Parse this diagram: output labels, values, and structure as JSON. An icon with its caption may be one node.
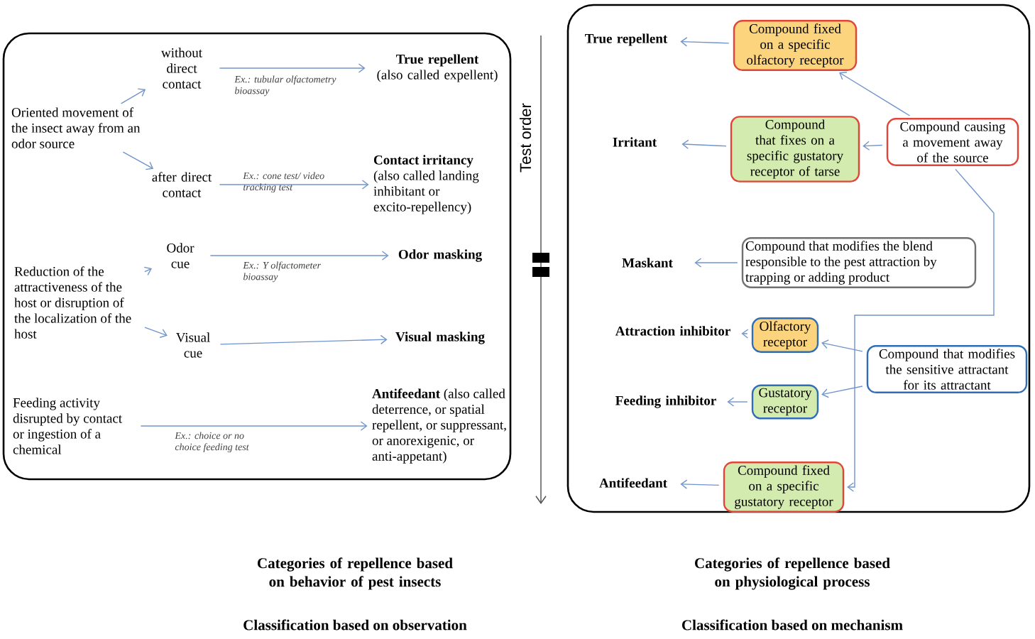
{
  "diagram": {
    "nodes": [
      {
        "text": [],
        "shape": "box"
      },
      {
        "text": [
          "Oriented movement of the insect away from an odor source"
        ],
        "in": 0
      },
      {
        "text": [
          "without direct contact"
        ],
        "in": 0
      },
      {
        "text": [
          "after direct contact"
        ],
        "in": 0
      },
      {
        "text": [
          "True repellent",
          "(also called expellent)"
        ],
        "in": 0
      },
      {
        "text": [
          "Contact irritancy",
          "(also called landing inhibitant or excito-repellency)"
        ],
        "in": 0
      },
      {
        "text": [
          "Reduction of the attractiveness of the host or disruption of the localization of the host"
        ],
        "in": 0
      },
      {
        "text": [
          "Odor cue"
        ],
        "in": 0
      },
      {
        "text": [
          "Visual cue"
        ],
        "in": 0
      },
      {
        "text": [
          "Odor masking"
        ],
        "in": 0
      },
      {
        "text": [
          "Visual masking"
        ],
        "in": 0
      },
      {
        "text": [
          "Feeding activity disrupted by contact or ingestion of a chemical"
        ],
        "in": 0
      },
      {
        "text": [
          "**Antifeedant** (also called deterrence, or spatial repellent, or suppressant, or anorexigenic, or anti-appetant)"
        ],
        "in": 0
      },
      {
        "text": [],
        "shape": "box"
      },
      {
        "text": [
          "True repellent"
        ],
        "in": 13
      },
      {
        "text": [
          "Compound fixed on a specific olfactory receptor"
        ],
        "in": 13
      },
      {
        "text": [
          "Irritant"
        ],
        "in": 13
      },
      {
        "text": [
          "Compound that fixes on a specific gustatory receptor of tarse"
        ],
        "in": 13
      },
      {
        "text": [
          "Compound causing a movement away of the source"
        ],
        "in": 13
      },
      {
        "text": [
          "Maskant"
        ],
        "in": 13
      },
      {
        "text": [
          "Compound that modifies the blend responsible to the pest attraction by trapping or adding product"
        ],
        "in": 13
      },
      {
        "text": [
          "Attraction inhibitor"
        ],
        "in": 13
      },
      {
        "text": [
          "Olfactory receptor"
        ],
        "in": 13
      },
      {
        "text": [
          "Compound that modifies the sensitive attractant for its attractant"
        ],
        "in": 13
      },
      {
        "text": [
          "Feeding inhibitor"
        ],
        "in": 13
      },
      {
        "text": [
          "Gustatory receptor"
        ],
        "in": 13
      },
      {
        "text": [
          "Antifeedant"
        ],
        "in": 13
      },
      {
        "text": [
          "Compound fixed on a specific gustatory receptor"
        ],
        "in": 13
      }
    ],
    "edges": [
      {
        "from": 1,
        "to": 2,
        "arrow": "to"
      },
      {
        "from": 1,
        "to": 3,
        "arrow": "to"
      },
      {
        "from": 2,
        "to": 4,
        "arrow": "to",
        "label": "Ex.: tubular olfactometry bioassay"
      },
      {
        "from": 3,
        "to": 5,
        "arrow": "to",
        "label": "Ex.: cone test/ video tracking test"
      },
      {
        "from": 6,
        "to": 7,
        "arrow": "to"
      },
      {
        "from": 6,
        "to": 8,
        "arrow": "to"
      },
      {
        "from": 7,
        "to": 9,
        "arrow": "to",
        "label": "Ex.: Y olfactometer bioassay"
      },
      {
        "from": 8,
        "to": 10,
        "arrow": "to"
      },
      {
        "from": 11,
        "to": 12,
        "arrow": "to",
        "label": "Ex.: choice or no choice feeding test"
      },
      {
        "from": 15,
        "to": 14,
        "arrow": "to"
      },
      {
        "from": 17,
        "to": 16,
        "arrow": "to"
      },
      {
        "from": 20,
        "to": 19,
        "arrow": "to"
      },
      {
        "from": 22,
        "to": 21,
        "arrow": "to"
      },
      {
        "from": 25,
        "to": 24,
        "arrow": "to"
      },
      {
        "from": 27,
        "to": 26,
        "arrow": "to"
      },
      {
        "from": 18,
        "to": 15,
        "arrow": "to"
      },
      {
        "from": 18,
        "to": 17,
        "arrow": "to"
      },
      {
        "from": 18,
        "to": 27,
        "arrow": "to"
      },
      {
        "from": 23,
        "to": 22,
        "arrow": "to"
      },
      {
        "from": 23,
        "to": 25,
        "arrow": "to"
      }
    ],
    "labels": [
      "Test order",
      "Categories of repellence based on behavior of pest insects",
      "Categories of repellence based on physiological process",
      "Classification based on observation",
      "Classification based on mechanism"
    ]
  }
}
